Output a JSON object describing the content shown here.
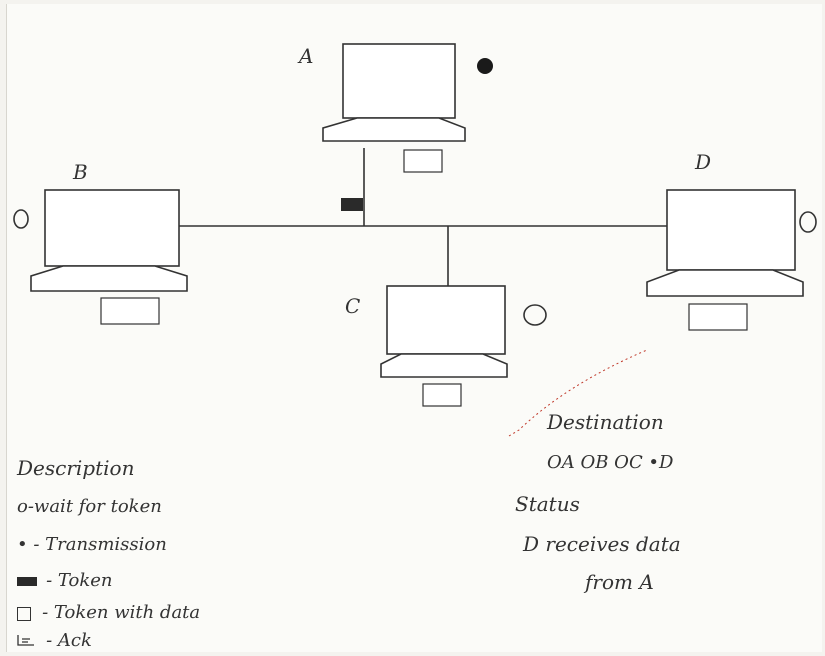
{
  "nodes": {
    "a": {
      "label": "A",
      "state": "transmission"
    },
    "b": {
      "label": "B",
      "state": "wait"
    },
    "c": {
      "label": "C",
      "state": "wait"
    },
    "d": {
      "label": "D",
      "state": "wait"
    }
  },
  "legend": {
    "title": "Description",
    "items": [
      {
        "symbol": "circle-open-icon",
        "text": "o-wait for token"
      },
      {
        "symbol": "circle-filled-icon",
        "text": "• - Transmission"
      },
      {
        "symbol": "black-rectangle-icon",
        "text": "- Token"
      },
      {
        "symbol": "open-square-icon",
        "text": "- Token with data"
      },
      {
        "symbol": "ack-symbol-icon",
        "text": "- Ack"
      }
    ]
  },
  "destination": {
    "title": "Destination",
    "options": "OA OB OC •D"
  },
  "status": {
    "title": "Status",
    "line1": "D receives data",
    "line2": "from A"
  },
  "colors": {
    "ink": "#333333",
    "paper": "#fbfbf8",
    "token": "#2a2a2a",
    "stray_mark": "#c0392b"
  }
}
